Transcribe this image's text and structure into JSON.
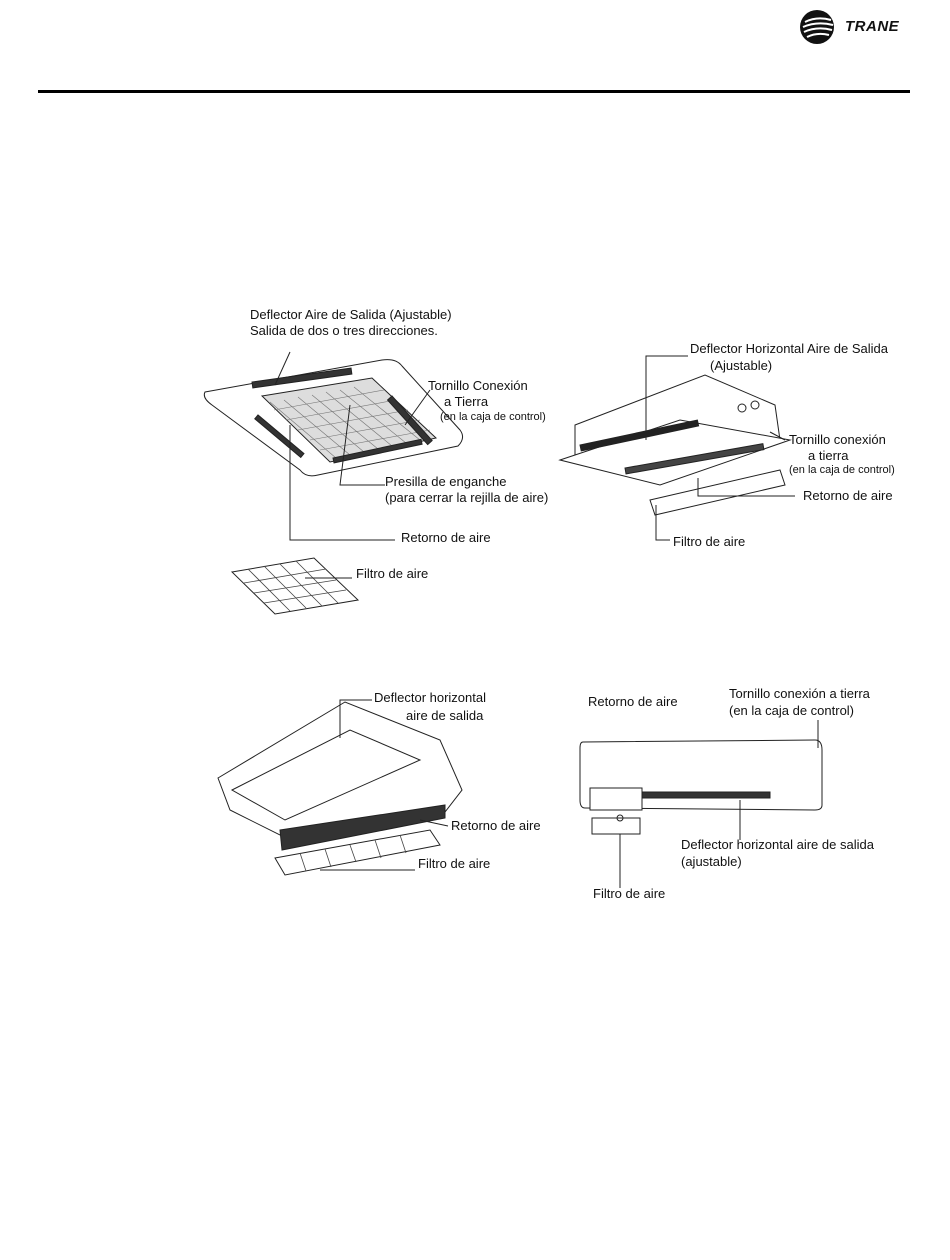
{
  "header": {
    "logo_text": "TRANE"
  },
  "figures": {
    "cassette": {
      "deflector_line1": "Deflector Aire de Salida (Ajustable)",
      "deflector_line2": "Salida de dos o tres direcciones.",
      "screw_line1": "Tornillo Conexión",
      "screw_line2": "a Tierra",
      "screw_line3": "(en la caja de control)",
      "clip_line1": "Presilla de enganche",
      "clip_line2": "(para cerrar la rejilla de aire)",
      "return": "Retorno de aire",
      "filter": "Filtro de aire"
    },
    "ceiling": {
      "deflector_line1": "Deflector Horizontal Aire de Salida",
      "deflector_line2": "(Ajustable)",
      "screw_line1": "Tornillo conexión",
      "screw_line2": "a tierra",
      "screw_line3": "(en la caja de control)",
      "return": "Retorno de aire",
      "filter": "Filtro de aire"
    },
    "floor_ceiling": {
      "deflector_line1": "Deflector horizontal",
      "deflector_line2": "aire de salida",
      "return": "Retorno de aire",
      "filter": "Filtro de aire"
    },
    "wall": {
      "return": "Retorno de aire",
      "screw_line1": "Tornillo conexión a tierra",
      "screw_line2": "(en la caja de control)",
      "deflector_line1": "Deflector horizontal aire de salida",
      "deflector_line2": "(ajustable)",
      "filter": "Filtro de aire"
    }
  }
}
